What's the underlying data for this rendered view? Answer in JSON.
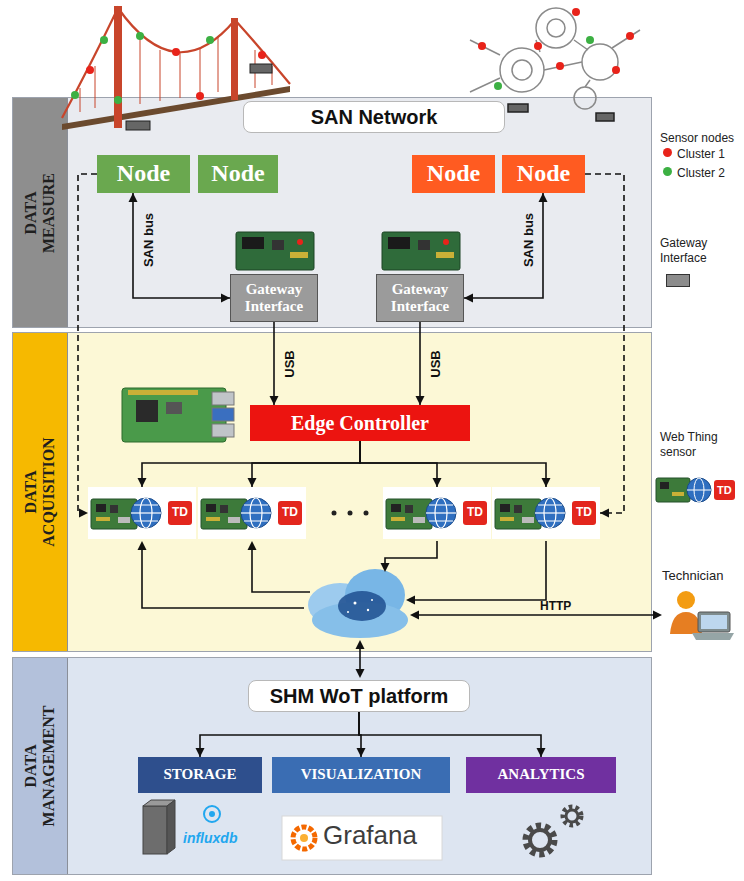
{
  "diagram": {
    "nodes": [
      {
        "text": [
          "DATA MEASURE"
        ]
      },
      {
        "text": [
          "SAN Network"
        ],
        "in": 0
      },
      {
        "text": [
          "Node"
        ],
        "in": 0
      },
      {
        "text": [
          "Node"
        ],
        "in": 0
      },
      {
        "text": [
          "Node"
        ],
        "in": 0
      },
      {
        "text": [
          "Node"
        ],
        "in": 0
      },
      {
        "text": [
          "Gateway Interface"
        ],
        "in": 0
      },
      {
        "text": [
          "Gateway Interface"
        ],
        "in": 0
      },
      {
        "text": [
          "DATA ACQUISITION"
        ]
      },
      {
        "text": [
          "Edge Controller"
        ],
        "in": 8
      },
      {
        "text": [
          "TD"
        ],
        "in": 8
      },
      {
        "text": [
          "TD"
        ],
        "in": 8
      },
      {
        "text": [
          "TD"
        ],
        "in": 8
      },
      {
        "text": [
          "TD"
        ],
        "in": 8
      },
      {
        "text": [
          "DATA MANAGEMENT"
        ]
      },
      {
        "text": [
          "SHM WoT platform"
        ],
        "in": 14
      },
      {
        "text": [
          "STORAGE"
        ],
        "in": 14
      },
      {
        "text": [
          "VISUALIZATION"
        ],
        "in": 14
      },
      {
        "text": [
          "ANALYTICS"
        ],
        "in": 14
      }
    ],
    "edges": [
      {
        "from": 2,
        "to": 6,
        "arrow": "both",
        "label": "SAN bus"
      },
      {
        "from": 5,
        "to": 7,
        "arrow": "both",
        "label": "SAN bus"
      },
      {
        "from": 6,
        "to": 9,
        "arrow": "to",
        "label": "USB"
      },
      {
        "from": 7,
        "to": 9,
        "arrow": "to",
        "label": "USB"
      },
      {
        "from": 9,
        "to": 10,
        "arrow": "to"
      },
      {
        "from": 9,
        "to": 11,
        "arrow": "to"
      },
      {
        "from": 9,
        "to": 12,
        "arrow": "to"
      },
      {
        "from": 9,
        "to": 13,
        "arrow": "to"
      },
      {
        "from": 2,
        "to": 10,
        "arrow": "to"
      },
      {
        "from": 5,
        "to": 13,
        "arrow": "to"
      },
      {
        "from": 15,
        "to": 16,
        "arrow": "to"
      },
      {
        "from": 15,
        "to": 17,
        "arrow": "to"
      },
      {
        "from": 15,
        "to": 18,
        "arrow": "to"
      }
    ],
    "labels": [
      "Sensor nodes",
      "TD",
      "Technician",
      "HTTP",
      "influxdb",
      "Grafana"
    ],
    "legend": [
      {
        "text": "Cluster 1",
        "color": "#e8231a"
      },
      {
        "text": "Cluster 2",
        "color": "#3cb043"
      },
      {
        "text": "Gateway Interface",
        "color": "#8c8c8c"
      },
      {
        "text": "Web Thing sensor"
      }
    ]
  }
}
